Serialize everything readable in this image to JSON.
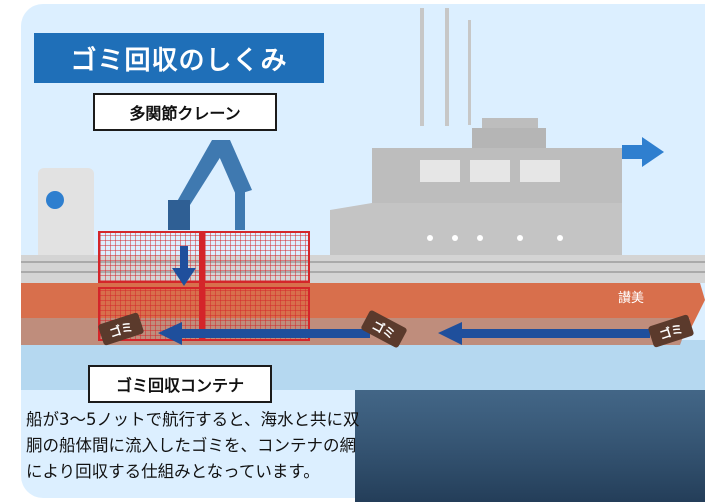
{
  "title": "ゴミ回収のしくみ",
  "labels": {
    "crane": "多関節クレーン",
    "container": "ゴミ回収コンテナ"
  },
  "trash_label": "ゴミ",
  "ship_name": "讃美",
  "description_lines": [
    "船が3〜5ノットで航行すると、海水と共に双",
    "胴の船体間に流入したゴミを、コンテナの網",
    "により回収する仕組みとなっています。"
  ],
  "colors": {
    "title_bg": "#1f6fb8",
    "arrow": "#1f4f9c",
    "hull": "#d86f4c",
    "container": "#d4252a",
    "crane": "#3f79b0",
    "sea": "#2e4c6a"
  }
}
